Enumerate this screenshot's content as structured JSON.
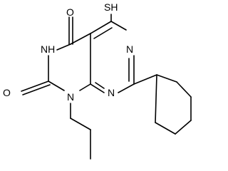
{
  "molecule": {
    "atoms": {
      "o_top": "O",
      "sh": "SH",
      "nh": "NH",
      "n_right_top": "N",
      "o_left": "O",
      "n_right_bottom": "N",
      "n_bottom": "N"
    }
  },
  "colors": {
    "bond": "#000000",
    "text": "#000000",
    "background": "#ffffff"
  }
}
